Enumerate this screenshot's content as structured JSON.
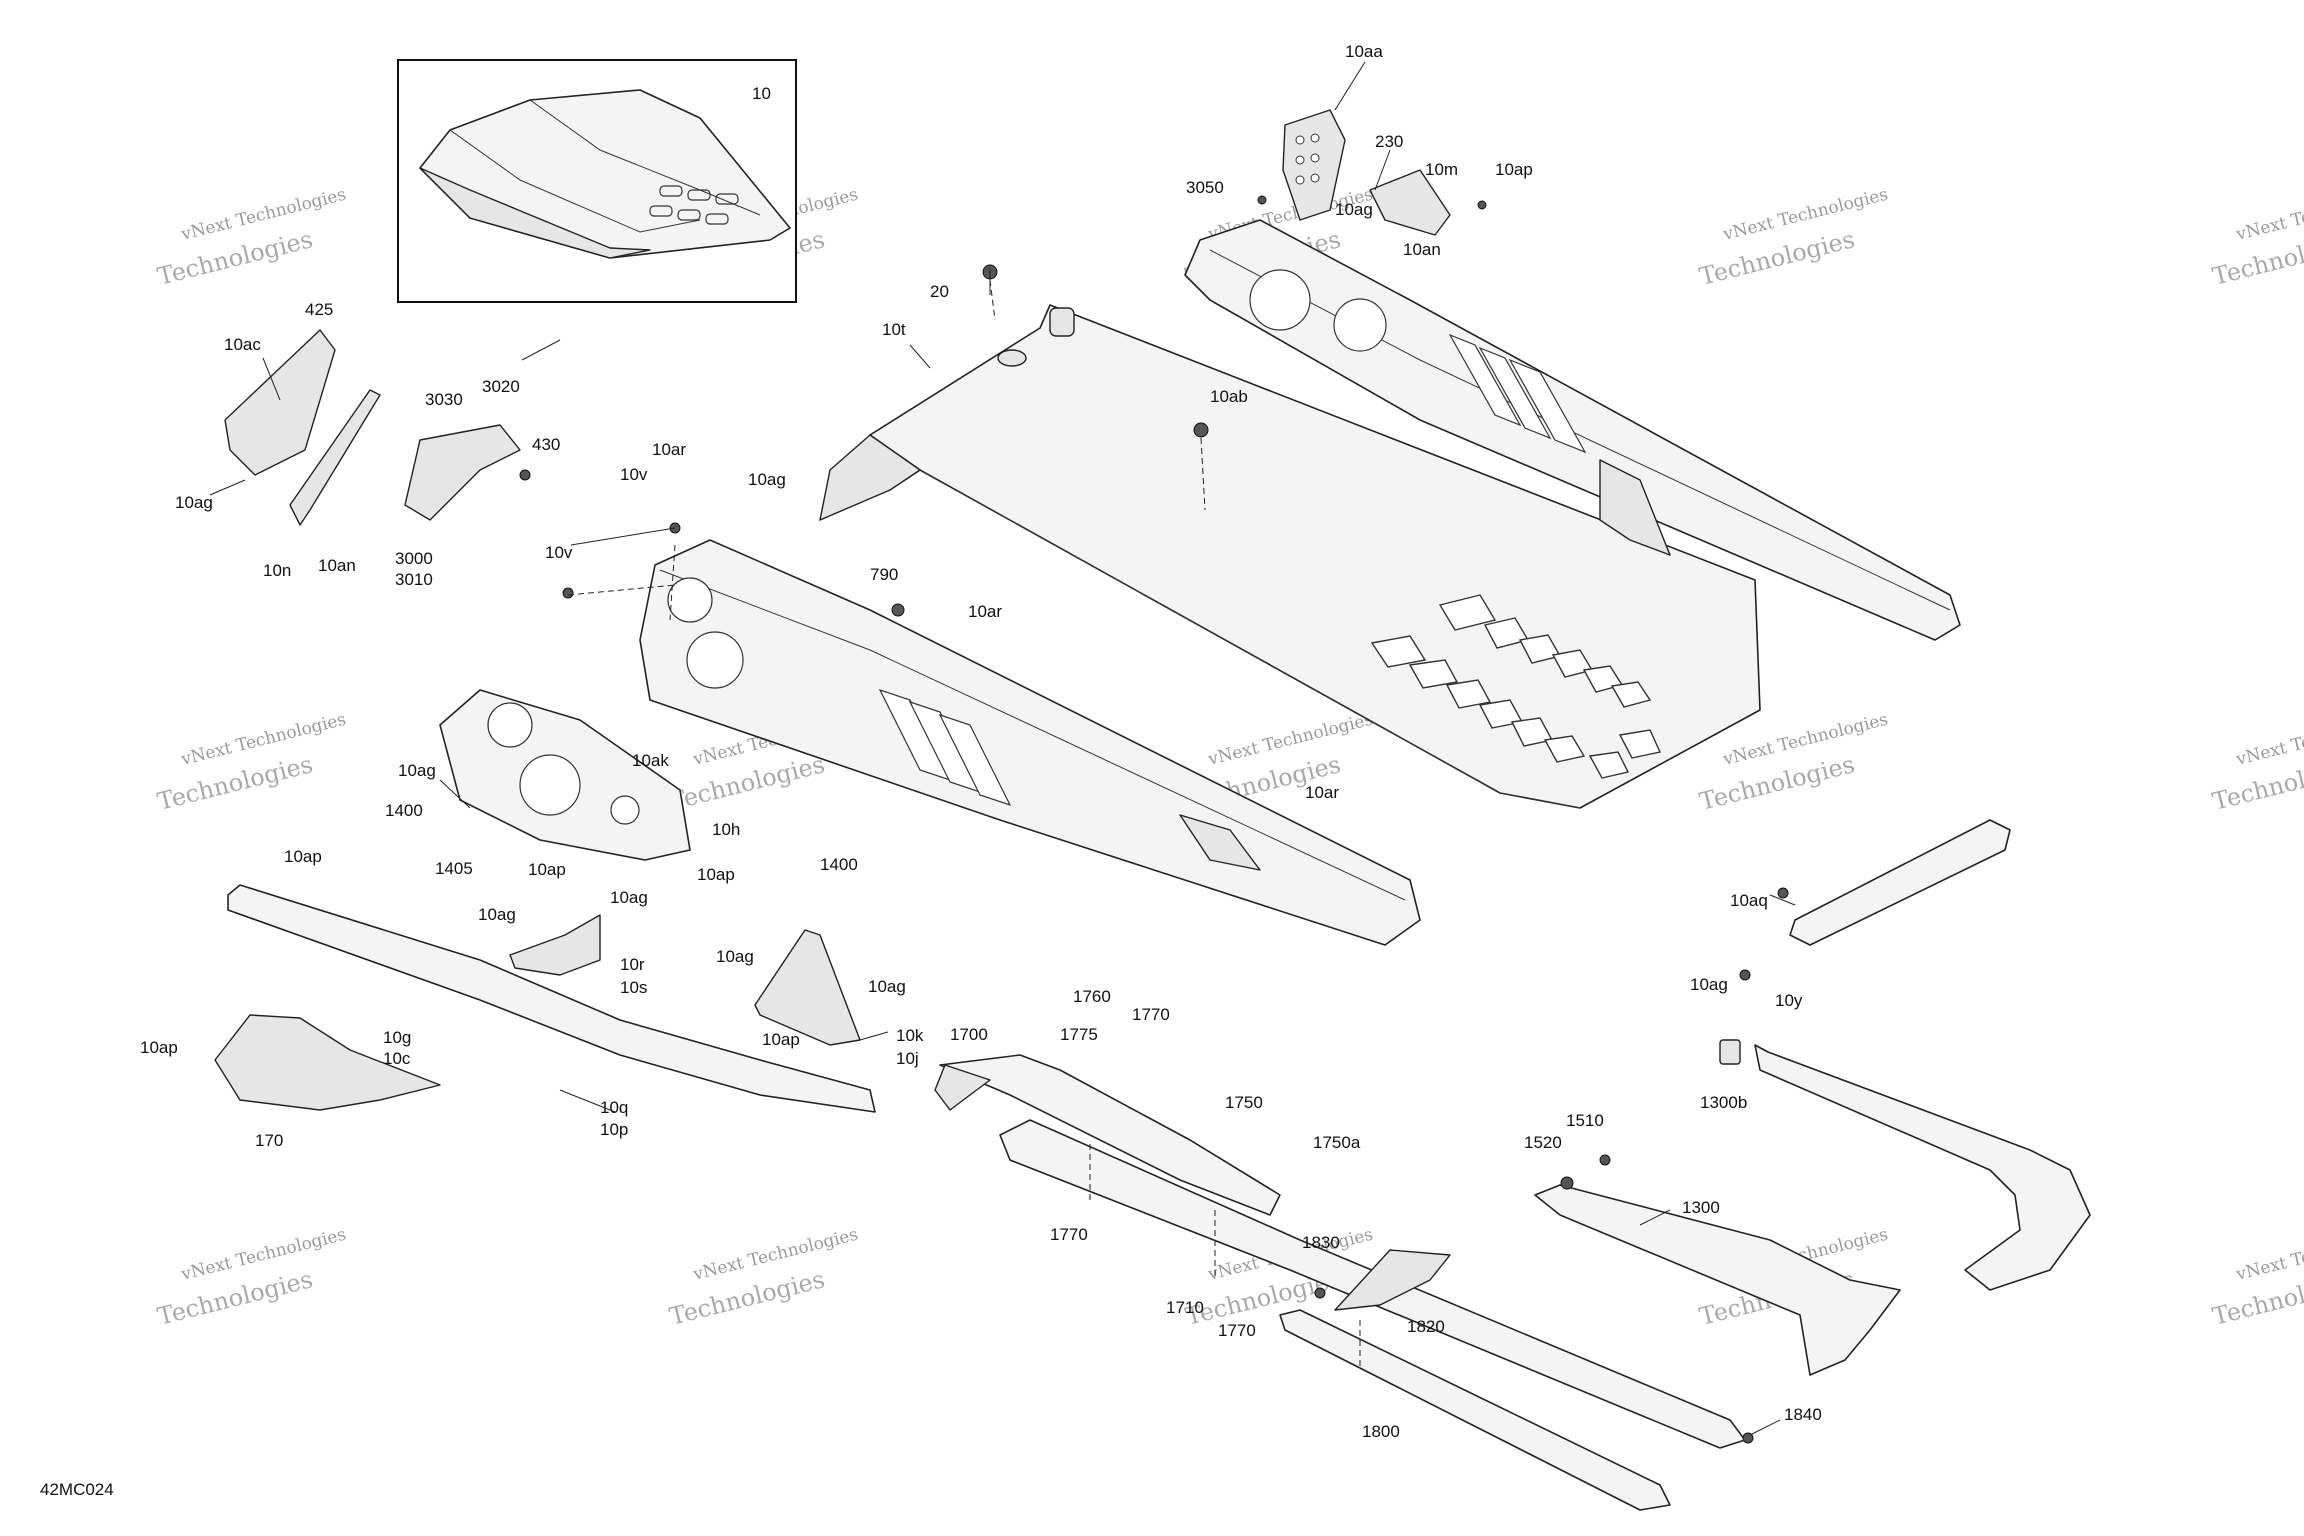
{
  "inset_label": "10",
  "drawing_code": "42MC024",
  "watermark": {
    "line1": "vNext Technologies",
    "line2": "Technologies"
  },
  "callouts": [
    "10aa",
    "230",
    "10m",
    "10ap",
    "3050",
    "10ag",
    "10an",
    "20",
    "10t",
    "10ab",
    "10ag",
    "425",
    "10ac",
    "3030",
    "3020",
    "430",
    "10ag",
    "10n",
    "10an",
    "3000",
    "3010",
    "10ar",
    "10v",
    "10v",
    "790",
    "10ar",
    "10ag",
    "10ak",
    "1400",
    "10h",
    "1405",
    "10ap",
    "10ag",
    "10ap",
    "1400",
    "10ar",
    "10ap",
    "10ag",
    "10r",
    "10s",
    "10ag",
    "10ag",
    "10k",
    "10j",
    "10ap",
    "10g",
    "10c",
    "170",
    "10ap",
    "10q",
    "10p",
    "1760",
    "1770",
    "1775",
    "1700",
    "1750",
    "1750a",
    "1770",
    "1830",
    "1710",
    "1770",
    "1820",
    "1800",
    "10aq",
    "10ag",
    "10y",
    "1300b",
    "1520",
    "1510",
    "1300",
    "1840"
  ]
}
